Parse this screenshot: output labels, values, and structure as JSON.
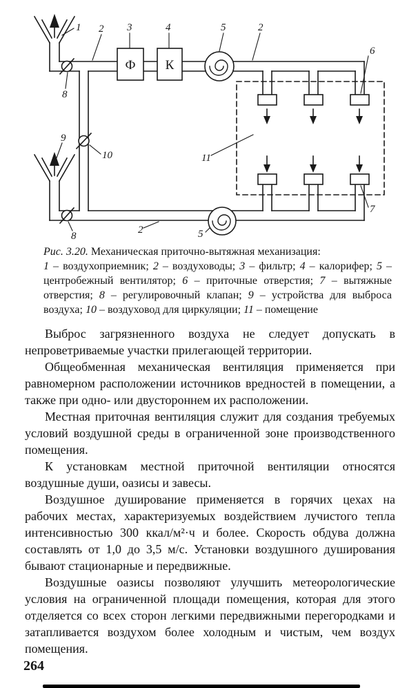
{
  "figure": {
    "caption_label": "Рис. 3.20.",
    "caption_title": " Механическая приточно-вытяжная механизация:",
    "legend_separator": "–",
    "legend": [
      {
        "num": "1",
        "text": "воздухоприемник"
      },
      {
        "num": "2",
        "text": "воздуховоды"
      },
      {
        "num": "3",
        "text": "фильтр"
      },
      {
        "num": "4",
        "text": "калорифер"
      },
      {
        "num": "5",
        "text": "центробежный вентилятор"
      },
      {
        "num": "6",
        "text": "приточные отверстия"
      },
      {
        "num": "7",
        "text": "вытяжные отверстия"
      },
      {
        "num": "8",
        "text": "регулировочный клапан"
      },
      {
        "num": "9",
        "text": "устройства для выброса воздуха"
      },
      {
        "num": "10",
        "text": "воздуховод для циркуляции"
      },
      {
        "num": "11",
        "text": "помещение"
      }
    ],
    "diagram_labels": {
      "intake": "1",
      "duct_top_left": "2",
      "filter_num": "3",
      "heater_num": "4",
      "fan_top": "5",
      "duct_top_right": "2",
      "supply_openings": "6",
      "valve_top": "8",
      "exhaust_device": "9",
      "circulation_duct": "10",
      "room": "11",
      "duct_bottom": "2",
      "fan_bottom": "5",
      "exhaust_openings": "7",
      "valve_bottom": "8",
      "filter_letter": "Ф",
      "heater_letter": "К"
    }
  },
  "body": {
    "paragraphs": [
      "Выброс загрязненного воздуха не следует допускать в непроветриваемые участки прилегающей территории.",
      "Общеобменная механическая вентиляция применяется при равномерном расположении источников вредностей в помещении, а также при одно- или двустороннем их расположении.",
      "Местная приточная вентиляция служит для создания требуемых условий воздушной среды в ограниченной зоне производственного помещения.",
      "К установкам местной приточной вентиляции относятся воздушные души, оазисы и завесы.",
      "Воздушное душирование применяется в горячих цехах на рабочих местах, характеризуемых воздействием лучистого тепла интенсивностью 300 ккал/м²·ч и более. Скорость обдува должна составлять от 1,0 до 3,5 м/с. Установки воздушного душирования бывают стационарные и передвижные.",
      "Воздушные оазисы позволяют улучшить метеорологические условия на ограниченной площади помещения, которая для этого отделяется со всех сторон легкими передвижными перегородками и затапливается воздухом более холодным и чистым, чем воздух помещения."
    ]
  },
  "page_number": "264"
}
